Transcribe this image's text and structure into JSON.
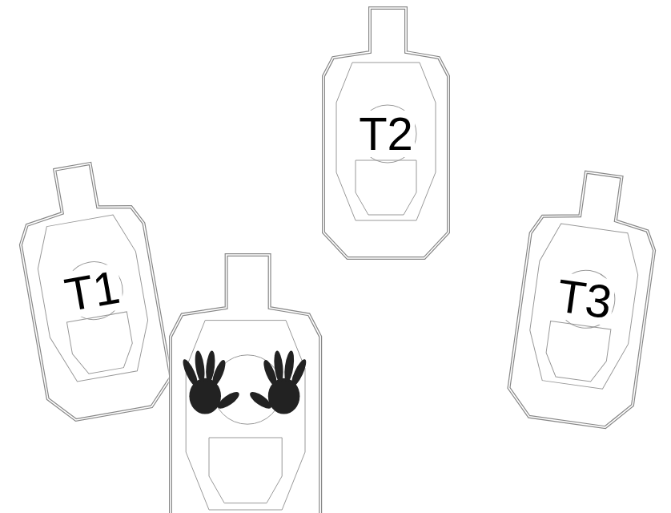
{
  "diagram": {
    "nodes": [
      {
        "text": [
          "T1"
        ]
      },
      {
        "text": [
          "T2"
        ]
      },
      {
        "text": [
          "T3"
        ]
      }
    ]
  }
}
